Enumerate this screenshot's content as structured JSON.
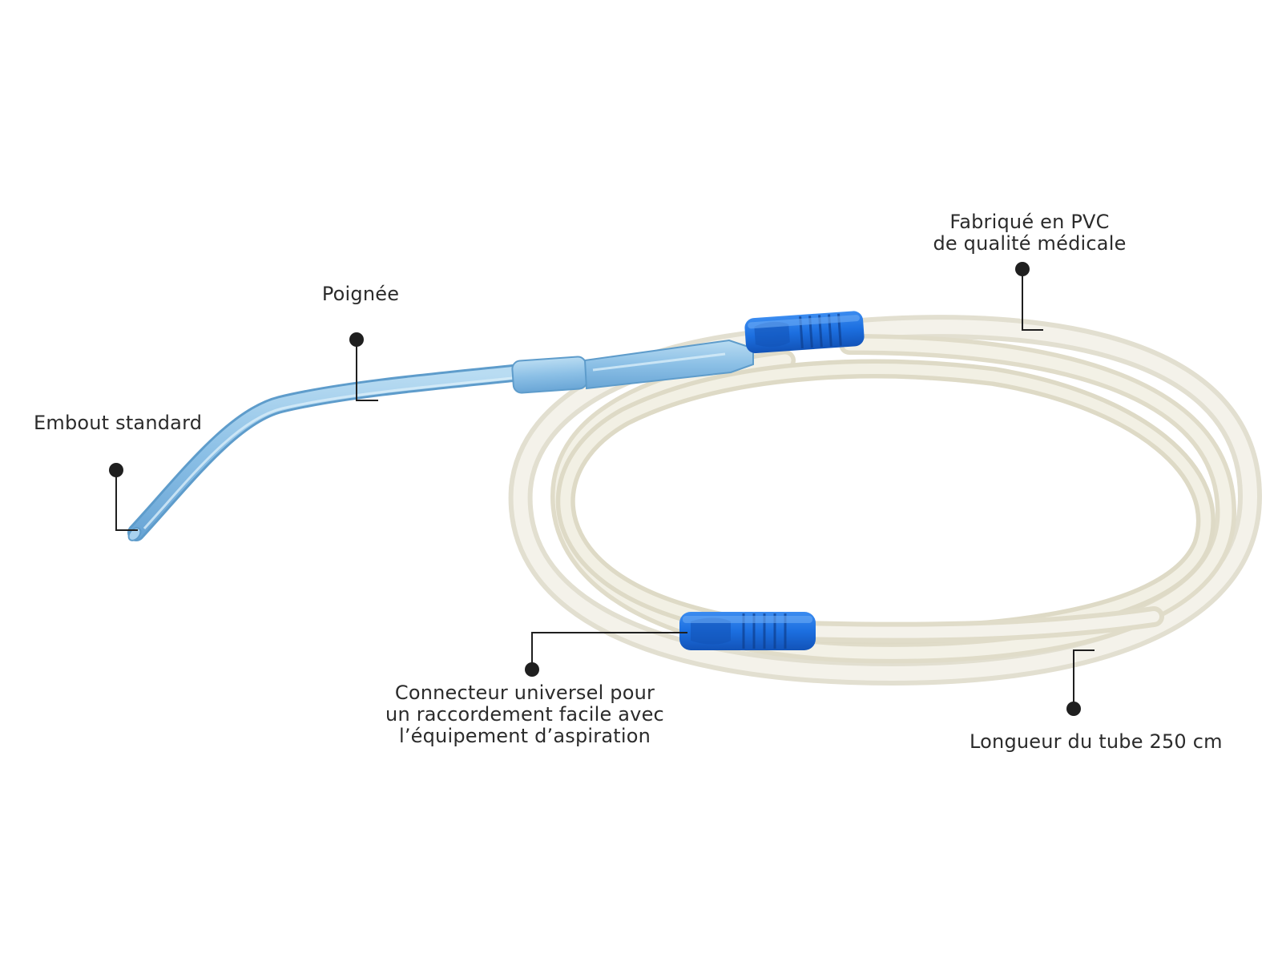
{
  "diagram": {
    "callouts": {
      "embout": {
        "lines": [
          "Embout standard"
        ]
      },
      "poignee": {
        "lines": [
          "Poignée"
        ]
      },
      "pvc": {
        "lines": [
          "Fabriqué en PVC",
          "de qualité médicale"
        ]
      },
      "connecteur": {
        "lines": [
          "Connecteur universel pour",
          "un raccordement facile avec",
          "l’équipement d’aspiration"
        ]
      },
      "longueur": {
        "lines": [
          "Longueur du tube 250 cm"
        ]
      }
    },
    "colors": {
      "background": "#ffffff",
      "text": "#2b2b2b",
      "leader": "#1f1f1f",
      "tube": "#e6e3d6",
      "tube_edge": "#c9c6b2",
      "cannula": "#8fc1e3",
      "cannula_edge": "#5e9ccb",
      "connector": "#1c6fe0",
      "connector_dark": "#1253b8"
    }
  }
}
